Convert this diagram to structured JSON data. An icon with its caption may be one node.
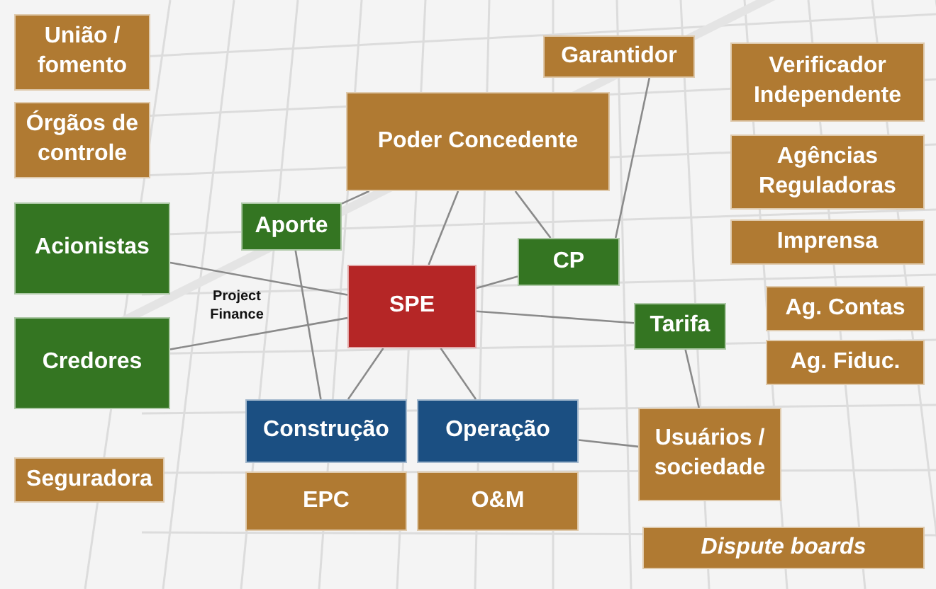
{
  "diagram": {
    "nodes": [
      {
        "text": [
          "União / fomento"
        ]
      },
      {
        "text": [
          "Órgãos de controle"
        ]
      },
      {
        "text": [
          "Garantidor"
        ]
      },
      {
        "text": [
          "Verificador Independente"
        ]
      },
      {
        "text": [
          "Poder Concedente"
        ]
      },
      {
        "text": [
          "Agências Reguladoras"
        ]
      },
      {
        "text": [
          "Aporte"
        ]
      },
      {
        "text": [
          "Acionistas"
        ]
      },
      {
        "text": [
          "CP"
        ]
      },
      {
        "text": [
          "Imprensa"
        ]
      },
      {
        "text": [
          "SPE"
        ]
      },
      {
        "text": [
          "Tarifa"
        ]
      },
      {
        "text": [
          "Ag. Contas"
        ]
      },
      {
        "text": [
          "Credores"
        ]
      },
      {
        "text": [
          "Ag. Fiduc."
        ]
      },
      {
        "text": [
          "Construção"
        ]
      },
      {
        "text": [
          "Operação"
        ]
      },
      {
        "text": [
          "Usuários / sociedade"
        ]
      },
      {
        "text": [
          "Seguradora"
        ]
      },
      {
        "text": [
          "EPC"
        ]
      },
      {
        "text": [
          "O&M"
        ]
      },
      {
        "text": [
          "Dispute boards"
        ]
      }
    ],
    "edges": [
      {
        "from": 6,
        "to": 4,
        "arrow": "none"
      },
      {
        "from": 6,
        "to": 15,
        "arrow": "none"
      },
      {
        "from": 4,
        "to": 10,
        "arrow": "none"
      },
      {
        "from": 4,
        "to": 8,
        "arrow": "none"
      },
      {
        "from": 2,
        "to": 8,
        "arrow": "none"
      },
      {
        "from": 7,
        "to": 10,
        "arrow": "none"
      },
      {
        "from": 13,
        "to": 10,
        "arrow": "none"
      },
      {
        "from": 10,
        "to": 8,
        "arrow": "none"
      },
      {
        "from": 10,
        "to": 11,
        "arrow": "none"
      },
      {
        "from": 10,
        "to": 15,
        "arrow": "none"
      },
      {
        "from": 10,
        "to": 16,
        "arrow": "none"
      },
      {
        "from": 11,
        "to": 17,
        "arrow": "none"
      },
      {
        "from": 16,
        "to": 17,
        "arrow": "none"
      }
    ],
    "labels": [
      "Project Finance"
    ]
  }
}
